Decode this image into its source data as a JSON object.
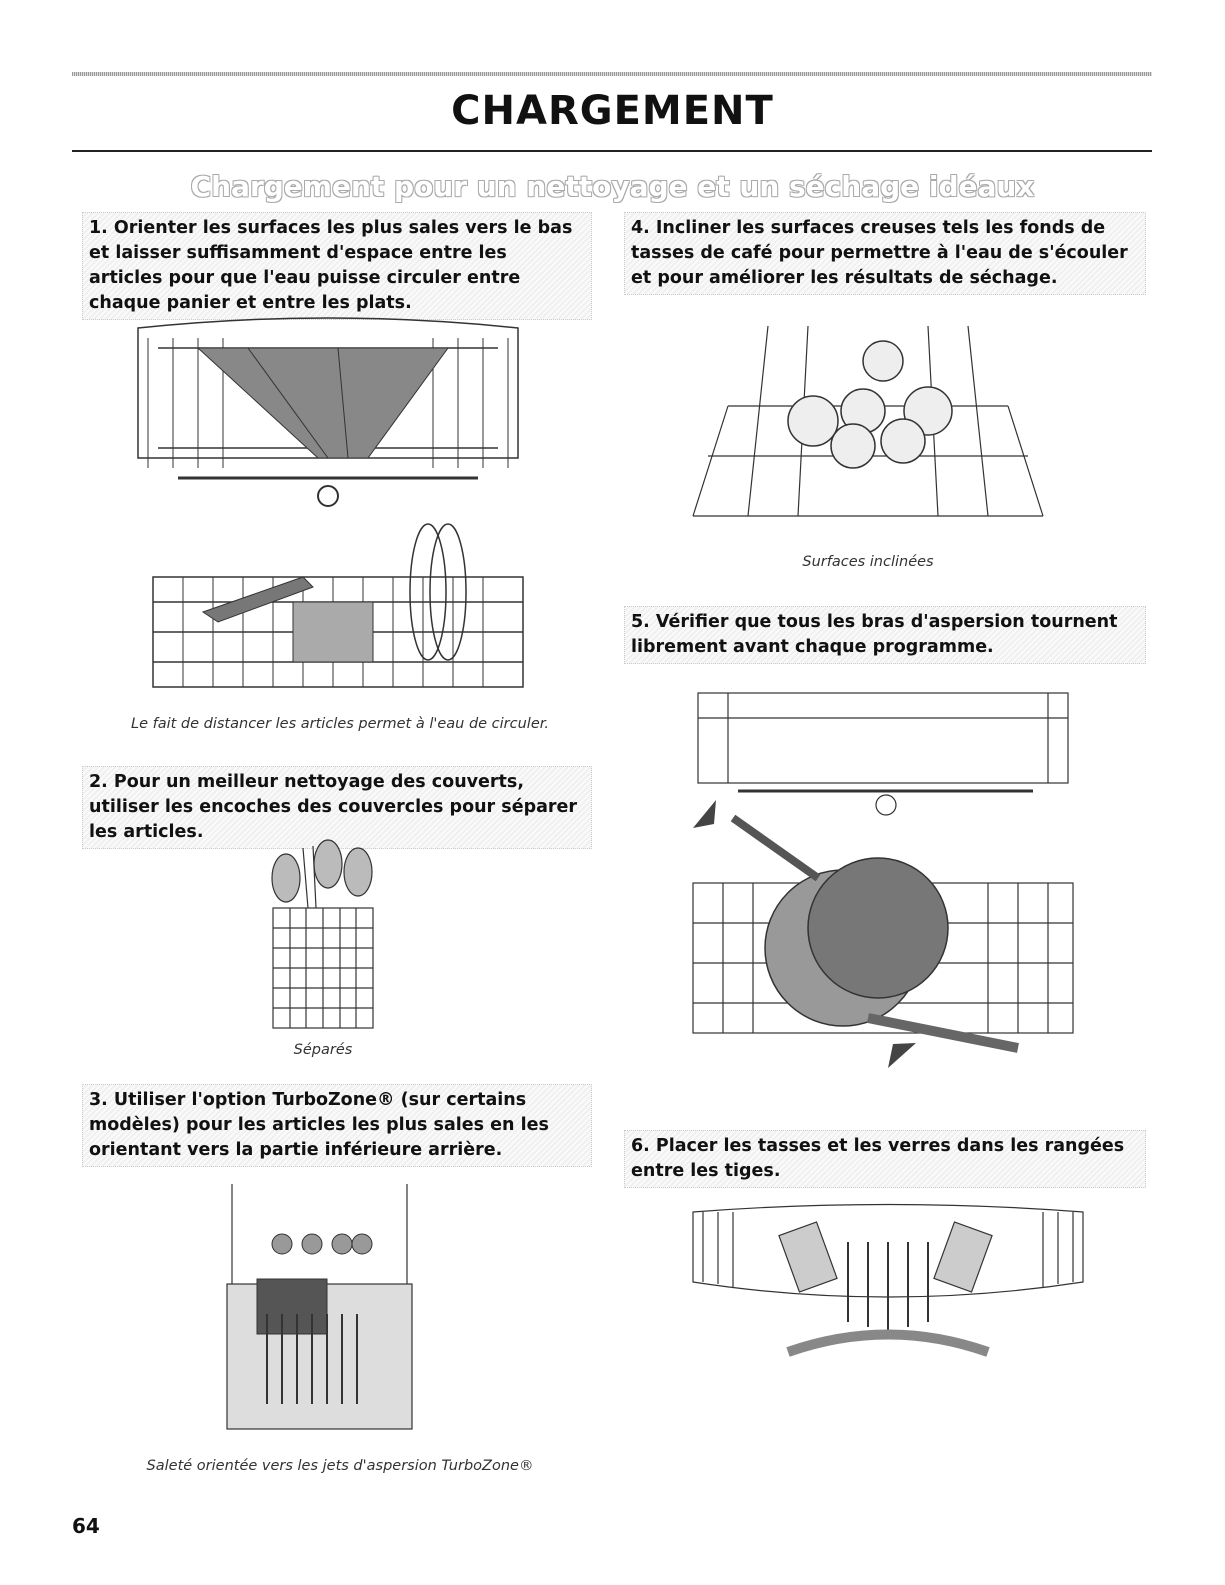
{
  "header": {
    "title": "CHARGEMENT",
    "subtitle": "Chargement pour un nettoyage et un séchage idéaux"
  },
  "steps": [
    {
      "text": "1. Orienter les surfaces les plus sales vers le bas et laisser suffisamment d'espace entre les articles pour que l'eau puisse circuler entre chaque panier et entre les plats."
    },
    {
      "text": "2. Pour un meilleur nettoyage des couverts, utiliser les encoches des couvercles pour séparer les articles."
    },
    {
      "text": "3. Utiliser l'option TurboZone® (sur certains modèles) pour les articles les plus sales en les orientant vers la partie inférieure arrière."
    },
    {
      "text": "4. Incliner les surfaces creuses tels les fonds de tasses de café pour permettre à l'eau de s'écouler et pour améliorer les résultats de séchage."
    },
    {
      "text": "5. Vérifier que tous les bras d'aspersion tournent librement avant chaque programme."
    },
    {
      "text": "6. Placer les tasses et les verres dans les rangées entre les tiges."
    }
  ],
  "captions": {
    "distance": "Le fait de distancer les articles permet à l'eau de circuler.",
    "separated": "Séparés",
    "turbozone": "Saleté orientée vers les jets d'aspersion TurboZone®",
    "inclined": "Surfaces inclinées"
  },
  "footer": {
    "page_number": "64"
  }
}
